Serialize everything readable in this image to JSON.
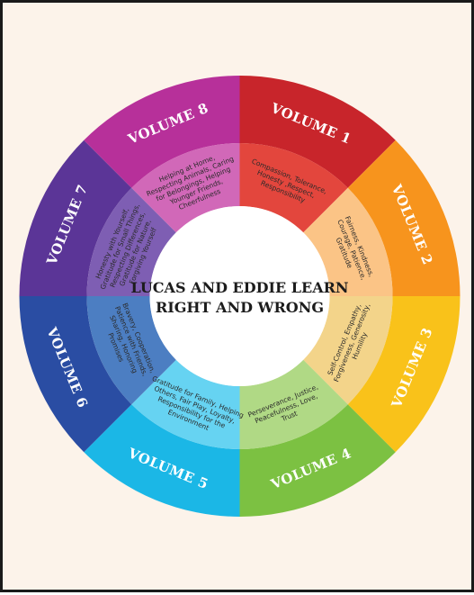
{
  "title": {
    "line1": "LUCAS AND EDDIE LEARN",
    "line2": "RIGHT AND WRONG"
  },
  "volumes": [
    {
      "label": "VOLUME 1",
      "outer_color": "#c8252b",
      "inner_color": "#e3463d",
      "values": [
        "Compassion, Tolerance,",
        "Honesty ,Respect,",
        "Responsibility"
      ]
    },
    {
      "label": "VOLUME 2",
      "outer_color": "#f7941d",
      "inner_color": "#fbc486",
      "values": [
        "Fairness, Kindness,",
        "Courage, Patience,",
        "Gratitude"
      ]
    },
    {
      "label": "VOLUME 3",
      "outer_color": "#f9c21a",
      "inner_color": "#f3d48a",
      "values": [
        "Self-Control, Empathy,",
        "Forgiveness, Generosity,",
        "Humility"
      ]
    },
    {
      "label": "VOLUME 4",
      "outer_color": "#7cc142",
      "inner_color": "#b0d985",
      "values": [
        "Perseverance, Justice,",
        "Peacefulness, Love,",
        "Trust"
      ]
    },
    {
      "label": "VOLUME 5",
      "outer_color": "#1bb7e6",
      "inner_color": "#66d3f2",
      "values": [
        "Gratitude for Family, Helping",
        "Others, Fair Play, Loyalty,",
        "Responsibility for the",
        "Environment"
      ]
    },
    {
      "label": "VOLUME 6",
      "outer_color": "#2a4da3",
      "inner_color": "#4c7ec2",
      "values": [
        "Bravery, Cooperation,",
        "Patience with Friends,",
        "Sharing, Honoring",
        "Promises"
      ]
    },
    {
      "label": "VOLUME 7",
      "outer_color": "#5b3597",
      "inner_color": "#7e5eb3",
      "values": [
        "Honesty with Yourself,",
        "Gratitude for Small Things,",
        "Respecting Differences,",
        "Gratitude for Nature,",
        "Forgiving Yourself"
      ]
    },
    {
      "label": "VOLUME 8",
      "outer_color": "#b7309a",
      "inner_color": "#d168b8",
      "values": [
        "Helping at Home,",
        "Respecting Animals, Caring",
        "for Belongings, Helping",
        "Younger Friends,",
        "Cheerfulness"
      ]
    }
  ]
}
